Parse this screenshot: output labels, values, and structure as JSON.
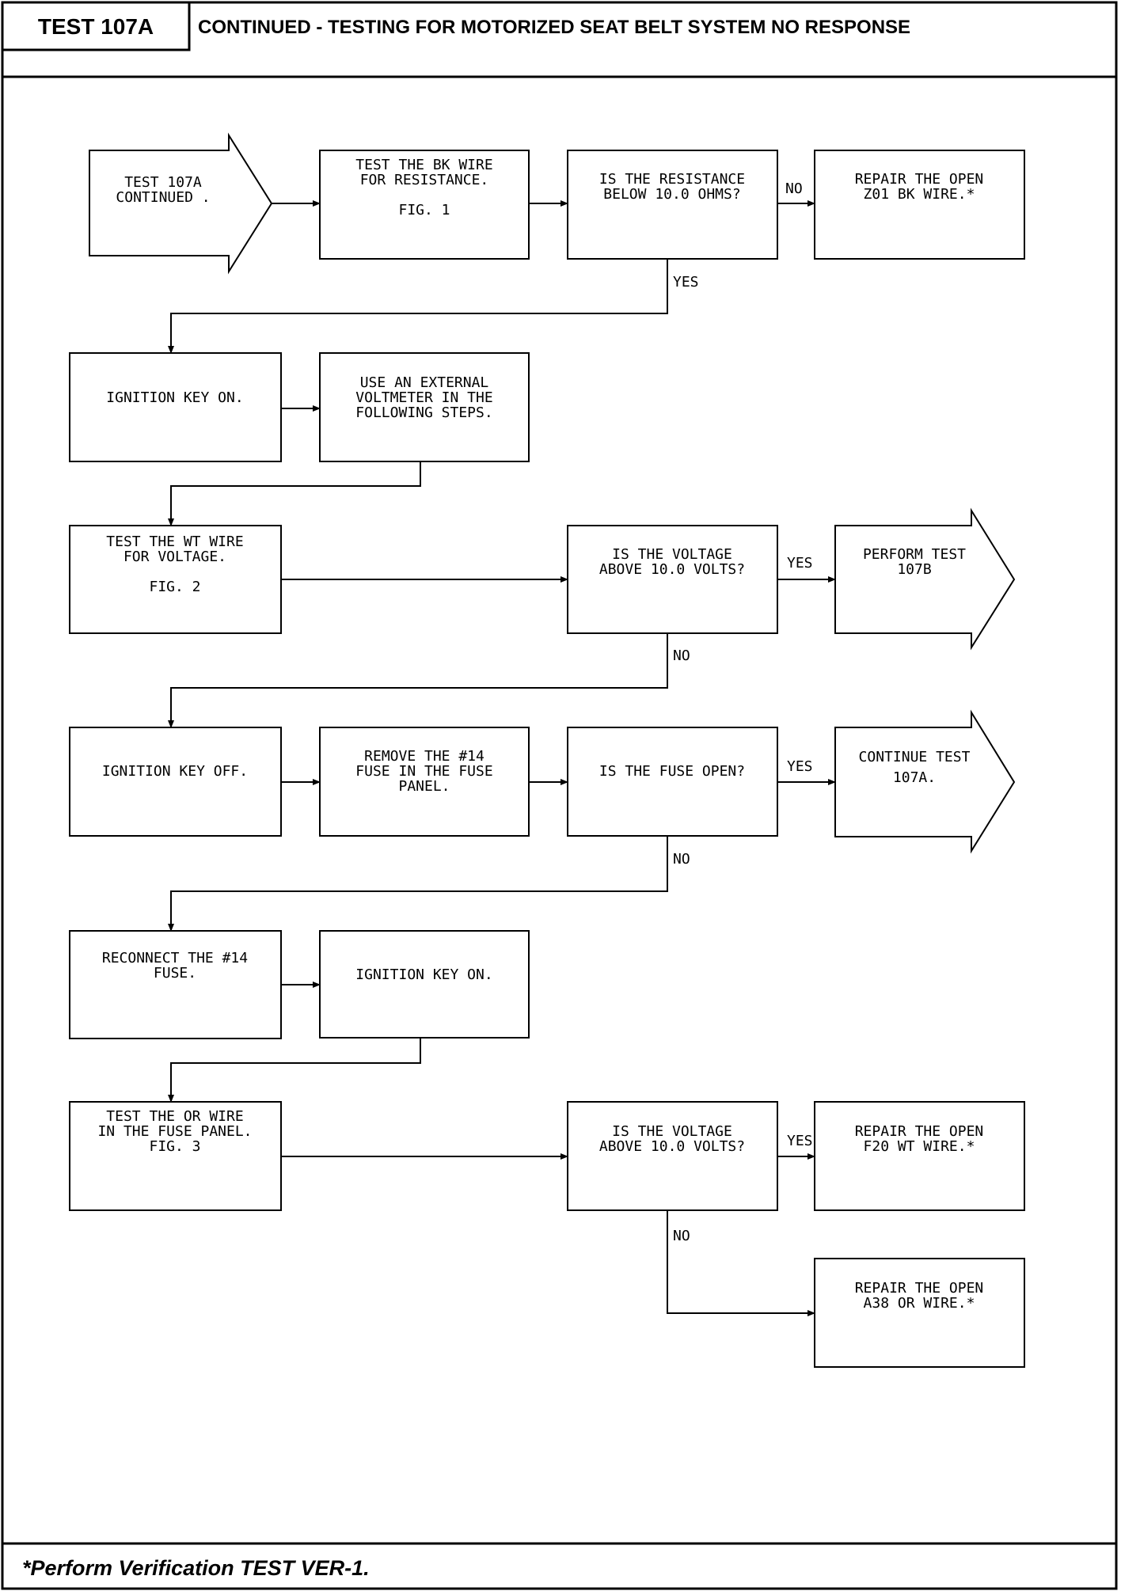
{
  "header": {
    "test_id": "TEST 107A",
    "title": "CONTINUED - TESTING FOR MOTORIZED SEAT BELT SYSTEM NO RESPONSE"
  },
  "footer": {
    "note": "*Perform Verification TEST VER-1."
  },
  "nodes": {
    "start": [
      "TEST 107A",
      "CONTINUED ."
    ],
    "test_bk": [
      "TEST THE BK WIRE",
      "FOR RESISTANCE.",
      "",
      "FIG. 1"
    ],
    "q_resistance": [
      "IS THE RESISTANCE",
      "BELOW 10.0 OHMS?"
    ],
    "repair_z01": [
      "REPAIR THE OPEN",
      "Z01 BK WIRE.*"
    ],
    "ign_on_1": [
      "IGNITION KEY ON."
    ],
    "use_voltmeter": [
      "USE AN EXTERNAL",
      "VOLTMETER IN THE",
      "FOLLOWING STEPS."
    ],
    "test_wt": [
      "TEST THE WT WIRE",
      "FOR VOLTAGE.",
      "",
      "FIG. 2"
    ],
    "q_voltage_1": [
      "IS THE VOLTAGE",
      "ABOVE 10.0 VOLTS?"
    ],
    "perform_107b": [
      "PERFORM TEST",
      "107B"
    ],
    "ign_off": [
      "IGNITION KEY OFF."
    ],
    "remove_fuse": [
      "REMOVE THE #14",
      "FUSE IN THE FUSE",
      "PANEL."
    ],
    "q_fuse": [
      "IS THE FUSE OPEN?"
    ],
    "continue_107a": [
      "CONTINUE TEST",
      "107A."
    ],
    "reconnect_fuse": [
      "RECONNECT THE #14",
      "FUSE."
    ],
    "ign_on_2": [
      "IGNITION KEY ON."
    ],
    "test_or": [
      "TEST THE OR WIRE",
      "IN THE FUSE PANEL.",
      "FIG. 3"
    ],
    "q_voltage_2": [
      "IS THE VOLTAGE",
      "ABOVE 10.0 VOLTS?"
    ],
    "repair_f20": [
      "REPAIR THE OPEN",
      "F20 WT WIRE.*"
    ],
    "repair_a38": [
      "REPAIR THE OPEN",
      "A38 OR WIRE.*"
    ]
  },
  "edge_labels": {
    "q_resistance_no": "NO",
    "q_resistance_yes": "YES",
    "q_voltage_1_yes": "YES",
    "q_voltage_1_no": "NO",
    "q_fuse_yes": "YES",
    "q_fuse_no": "NO",
    "q_voltage_2_yes": "YES",
    "q_voltage_2_no": "NO"
  }
}
